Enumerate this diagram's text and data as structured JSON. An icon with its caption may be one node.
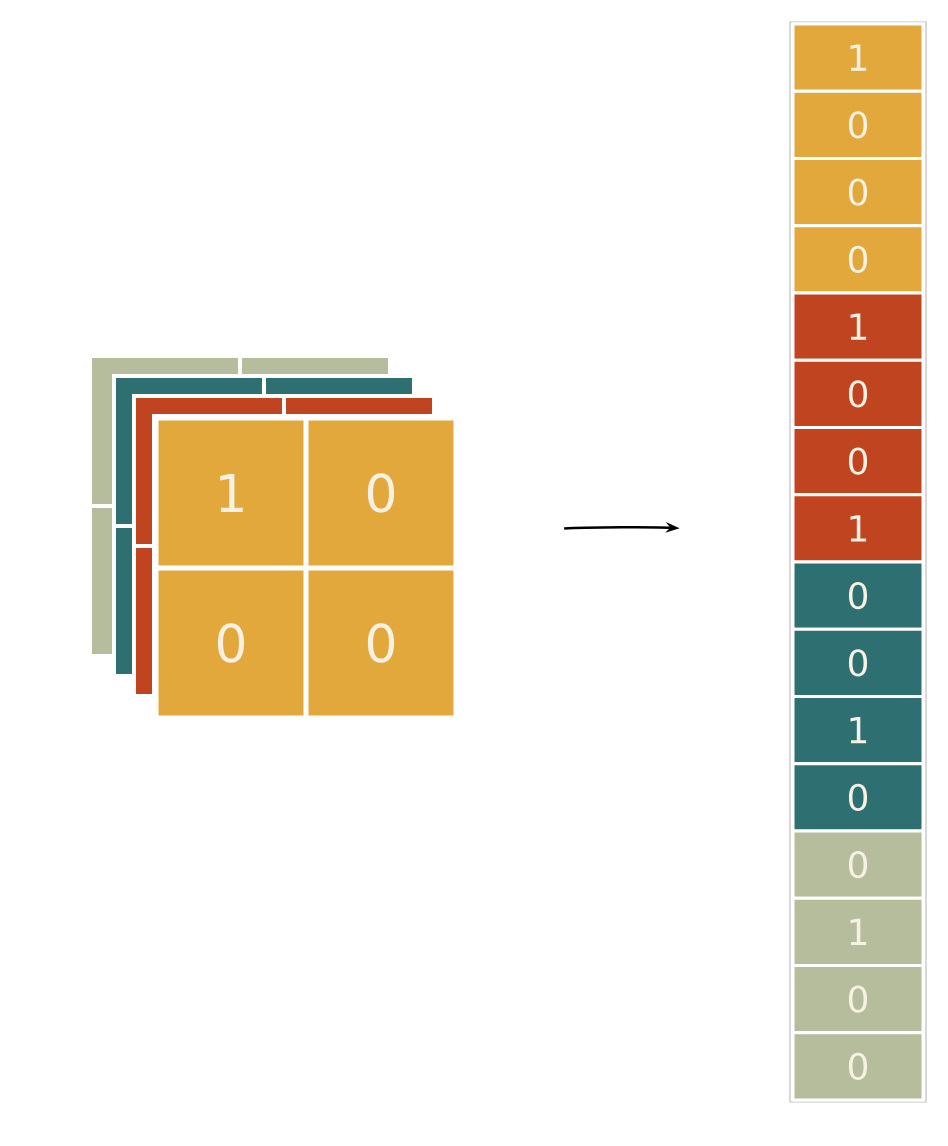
{
  "diagram": {
    "nodes": [
      {
        "text": [],
        "shape": "box"
      },
      {
        "text": [
          "1"
        ],
        "in": 0
      },
      {
        "text": [
          "0"
        ],
        "in": 0
      },
      {
        "text": [
          "0"
        ],
        "in": 0
      },
      {
        "text": [
          "0"
        ],
        "in": 0
      },
      {
        "text": [],
        "shape": "bar"
      },
      {
        "text": [
          "1"
        ],
        "in": 5
      },
      {
        "text": [
          "0"
        ],
        "in": 5
      },
      {
        "text": [
          "0"
        ],
        "in": 5
      },
      {
        "text": [
          "0"
        ],
        "in": 5
      },
      {
        "text": [
          "1"
        ],
        "in": 5
      },
      {
        "text": [
          "0"
        ],
        "in": 5
      },
      {
        "text": [
          "0"
        ],
        "in": 5
      },
      {
        "text": [
          "1"
        ],
        "in": 5
      },
      {
        "text": [
          "0"
        ],
        "in": 5
      },
      {
        "text": [
          "0"
        ],
        "in": 5
      },
      {
        "text": [
          "1"
        ],
        "in": 5
      },
      {
        "text": [
          "0"
        ],
        "in": 5
      },
      {
        "text": [
          "0"
        ],
        "in": 5
      },
      {
        "text": [
          "1"
        ],
        "in": 5
      },
      {
        "text": [
          "0"
        ],
        "in": 5
      },
      {
        "text": [
          "0"
        ],
        "in": 5
      }
    ],
    "edges": [
      {
        "from": 0,
        "to": 5,
        "arrow": "to"
      }
    ]
  }
}
